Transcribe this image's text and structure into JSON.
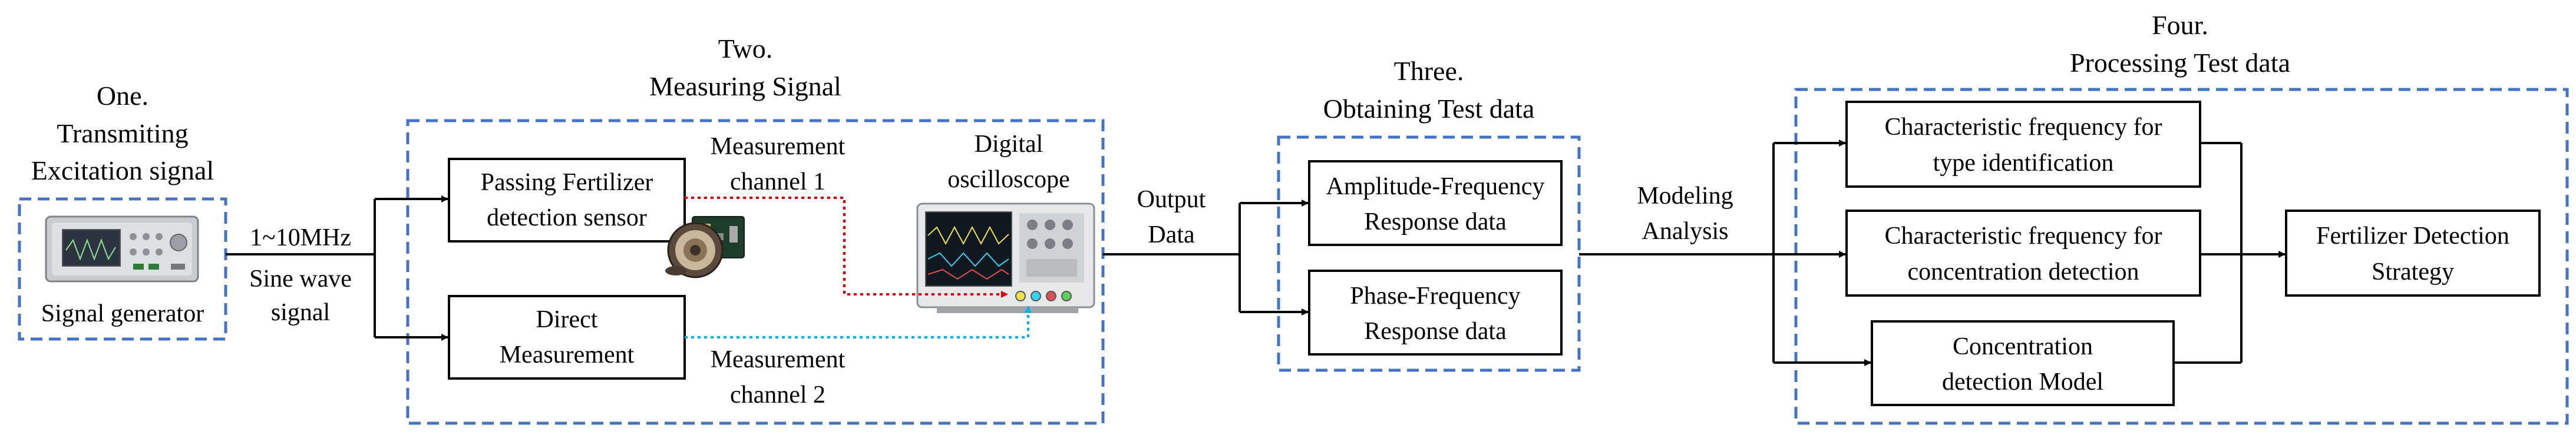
{
  "stages": {
    "one": {
      "number": "One.",
      "title_lines": [
        "Transmiting",
        "Excitation signal"
      ]
    },
    "two": {
      "number": "Two.",
      "title_lines": [
        "Measuring Signal"
      ]
    },
    "three": {
      "number": "Three.",
      "title_lines": [
        "Obtaining Test data"
      ]
    },
    "four": {
      "number": "Four.",
      "title_lines": [
        "Processing Test data"
      ]
    }
  },
  "signal_generator": {
    "label": "Signal generator"
  },
  "signal_spec": {
    "frequency": "1~10MHz",
    "waveform_lines": [
      "Sine wave",
      "signal"
    ]
  },
  "boxes": {
    "passing_sensor": [
      "Passing Fertilizer",
      "detection sensor"
    ],
    "direct_measurement": [
      "Direct",
      "Measurement"
    ],
    "amplitude_response": [
      "Amplitude-Frequency",
      "Response data"
    ],
    "phase_response": [
      "Phase-Frequency",
      "Response data"
    ],
    "type_identification": [
      "Characteristic frequency for",
      "type identification"
    ],
    "concentration_detection": [
      "Characteristic frequency for",
      "concentration detection"
    ],
    "concentration_model": [
      "Concentration",
      "detection Model"
    ],
    "detection_strategy": [
      "Fertilizer Detection",
      "Strategy"
    ]
  },
  "channels": {
    "channel_1": [
      "Measurement",
      "channel 1"
    ],
    "channel_2": [
      "Measurement",
      "channel 2"
    ]
  },
  "oscilloscope": {
    "label_lines": [
      "Digital",
      "oscilloscope"
    ]
  },
  "arrow_labels": {
    "output_data": [
      "Output",
      "Data"
    ],
    "modeling_analysis": [
      "Modeling",
      "Analysis"
    ]
  },
  "colors": {
    "stage_border": "#4472C4",
    "channel_1_line": "#E00000",
    "channel_2_line": "#00B0F0",
    "line": "#000000"
  }
}
